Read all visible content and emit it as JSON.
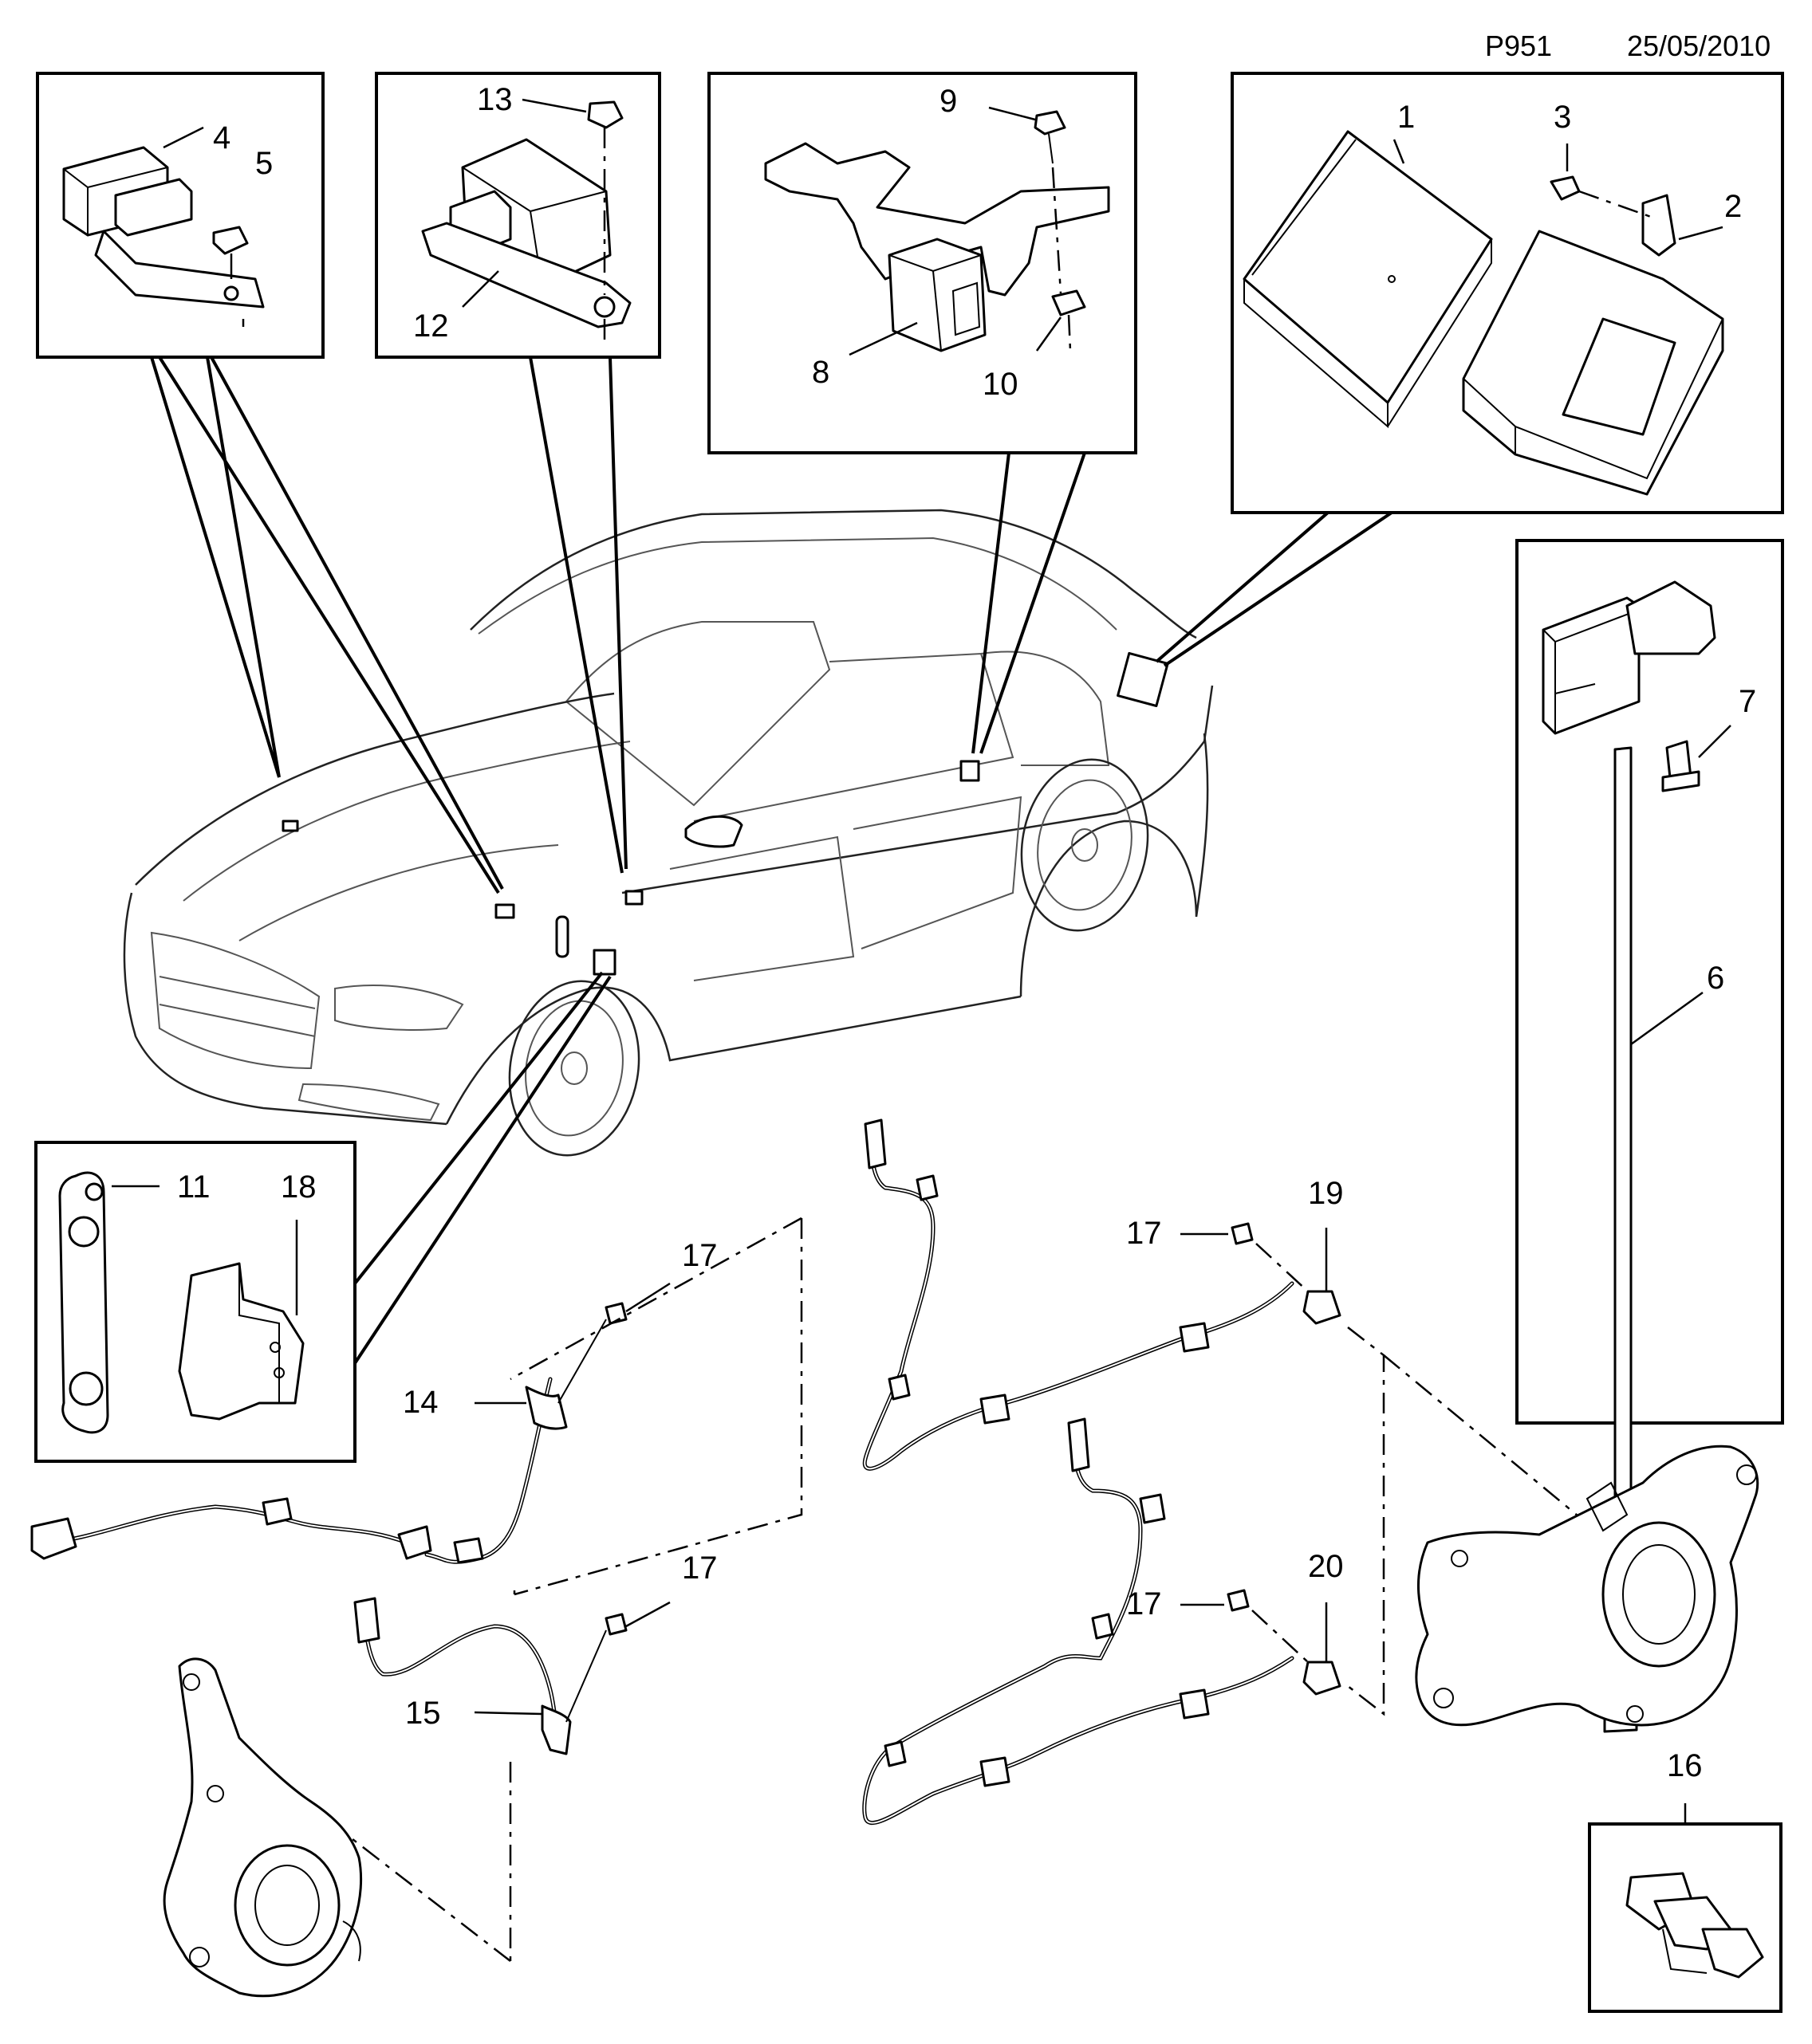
{
  "header": {
    "plate": "P951",
    "date": "25/05/2010"
  },
  "callouts": {
    "c1": "1",
    "c2": "2",
    "c3": "3",
    "c4": "4",
    "c5": "5",
    "c6": "6",
    "c7": "7",
    "c8": "8",
    "c9": "9",
    "c10": "10",
    "c11": "11",
    "c12": "12",
    "c13": "13",
    "c14": "14",
    "c15": "15",
    "c16": "16",
    "c17": "17",
    "c18": "18",
    "c19": "19",
    "c20": "20"
  }
}
